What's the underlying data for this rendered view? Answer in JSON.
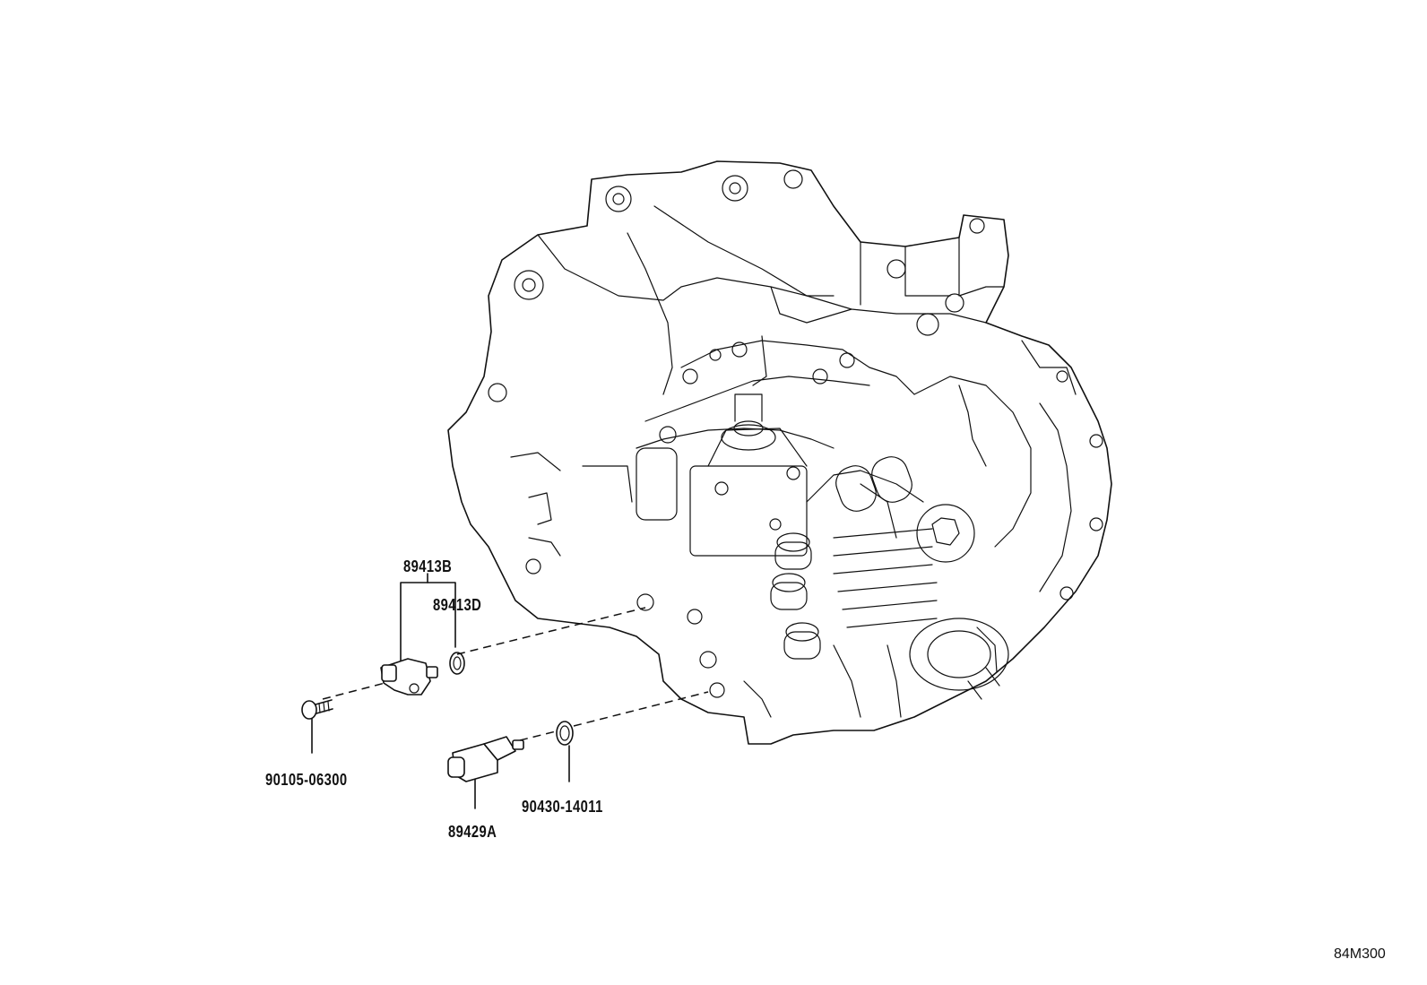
{
  "diagram": {
    "illustration_code": "84M300",
    "parts": [
      {
        "id": "speed-sensor-a",
        "label": "89413B"
      },
      {
        "id": "speed-sensor-b",
        "label": "89413D"
      },
      {
        "id": "bolt",
        "label": "90105-06300"
      },
      {
        "id": "back-up-lamp-switch",
        "label": "89429A"
      },
      {
        "id": "gasket",
        "label": "90430-14011"
      }
    ]
  }
}
